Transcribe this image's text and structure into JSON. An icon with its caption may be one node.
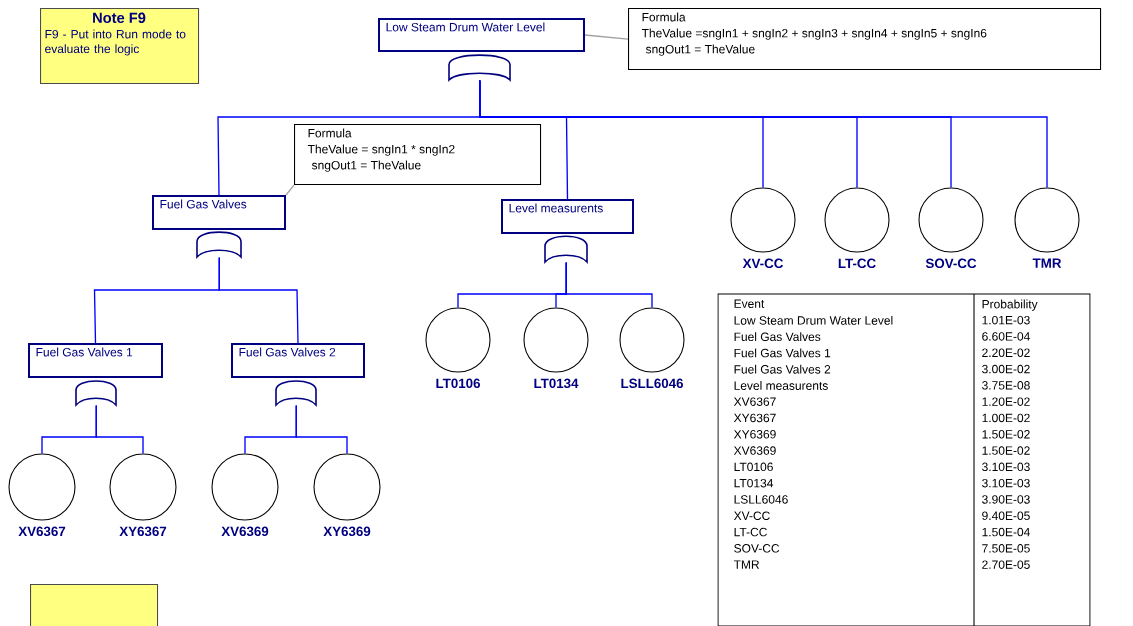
{
  "diagram": {
    "nodes": [
      {
        "text": [
          "Note F9",
          "F9 - Put into Run mode to evaluate the logic"
        ]
      },
      {
        "text": [
          "Low Steam Drum Water Level"
        ]
      },
      {
        "text": [
          "Formula",
          "TheValue =sngIn1 + sngIn2 + sngIn3 + sngIn4 + sngIn5 + sngIn6",
          "sngOut1 = TheValue"
        ]
      },
      {
        "text": [],
        "shape": "gate"
      },
      {
        "text": [
          "Formula",
          "TheValue = sngIn1 * sngIn2",
          "sngOut1 = TheValue"
        ]
      },
      {
        "text": [
          "Fuel Gas Valves"
        ]
      },
      {
        "text": [],
        "shape": "gate"
      },
      {
        "text": [
          "Level measurents"
        ]
      },
      {
        "text": [],
        "shape": "gate"
      },
      {
        "text": [
          "XV-CC"
        ]
      },
      {
        "text": [
          "LT-CC"
        ]
      },
      {
        "text": [
          "SOV-CC"
        ]
      },
      {
        "text": [
          "TMR"
        ]
      },
      {
        "text": [
          "Fuel Gas Valves 1"
        ]
      },
      {
        "text": [],
        "shape": "gate"
      },
      {
        "text": [
          "Fuel Gas Valves 2"
        ]
      },
      {
        "text": [],
        "shape": "gate"
      },
      {
        "text": [
          "LT0106"
        ]
      },
      {
        "text": [
          "LT0134"
        ]
      },
      {
        "text": [
          "LSLL6046"
        ]
      },
      {
        "text": [
          "XV6367"
        ]
      },
      {
        "text": [
          "XY6367"
        ]
      },
      {
        "text": [
          "XV6369"
        ]
      },
      {
        "text": [
          "XY6369"
        ]
      },
      {
        "text": [],
        "shape": "box"
      }
    ],
    "edges": [
      {
        "from": 1,
        "to": 2,
        "arrow": "none",
        "color": "#a0a0a0"
      },
      {
        "from": 3,
        "to": 5,
        "arrow": "none"
      },
      {
        "from": 3,
        "to": 7,
        "arrow": "none"
      },
      {
        "from": 3,
        "to": 9,
        "arrow": "none"
      },
      {
        "from": 3,
        "to": 10,
        "arrow": "none"
      },
      {
        "from": 3,
        "to": 11,
        "arrow": "none"
      },
      {
        "from": 3,
        "to": 12,
        "arrow": "none"
      },
      {
        "from": 5,
        "to": 4,
        "arrow": "none",
        "color": "#a0a0a0"
      },
      {
        "from": 6,
        "to": 13,
        "arrow": "none"
      },
      {
        "from": 6,
        "to": 15,
        "arrow": "none"
      },
      {
        "from": 8,
        "to": 17,
        "arrow": "none"
      },
      {
        "from": 8,
        "to": 18,
        "arrow": "none"
      },
      {
        "from": 8,
        "to": 19,
        "arrow": "none"
      },
      {
        "from": 14,
        "to": 20,
        "arrow": "none"
      },
      {
        "from": 14,
        "to": 21,
        "arrow": "none"
      },
      {
        "from": 16,
        "to": 22,
        "arrow": "none"
      },
      {
        "from": 16,
        "to": 23,
        "arrow": "none"
      }
    ],
    "labels": [
      "Event",
      "Probability",
      "Low Steam Drum Water Level",
      "1.01E-03",
      "Fuel Gas Valves",
      "6.60E-04",
      "Fuel Gas Valves 1",
      "2.20E-02",
      "Fuel Gas Valves 2",
      "3.00E-02",
      "Level measurents",
      "3.75E-08",
      "XV6367",
      "1.20E-02",
      "XY6367",
      "1.00E-02",
      "XY6369",
      "1.50E-02",
      "XV6369",
      "1.50E-02",
      "LT0106",
      "3.10E-03",
      "LT0134",
      "3.10E-03",
      "LSLL6046",
      "3.90E-03",
      "XV-CC",
      "9.40E-05",
      "LT-CC",
      "1.50E-04",
      "SOV-CC",
      "7.50E-05",
      "TMR",
      "2.70E-05"
    ]
  }
}
